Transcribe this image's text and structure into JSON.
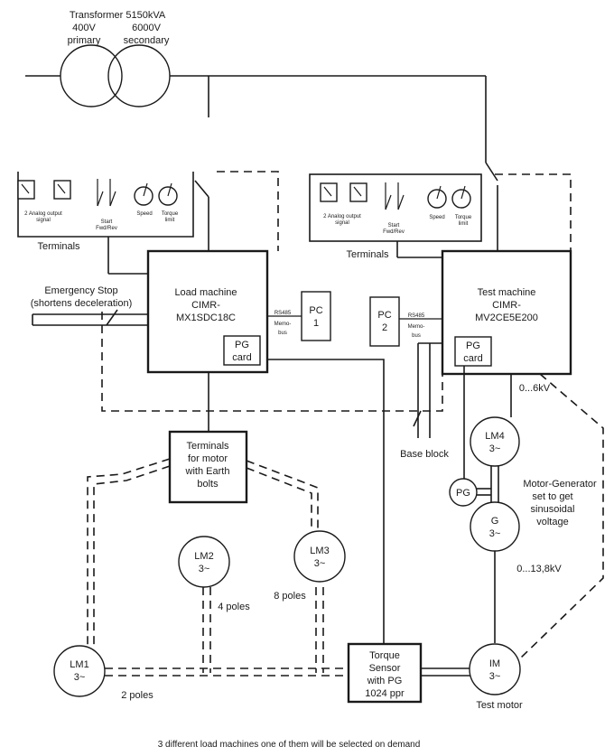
{
  "transformer": {
    "title": "Transformer 5150kVA",
    "primary": [
      "400V",
      "primary"
    ],
    "secondary": [
      "6000V",
      "secondary"
    ]
  },
  "panels": {
    "left": {
      "analog": [
        "2 Analog output",
        "signal"
      ],
      "start": [
        "Start",
        "Fwd/Rev"
      ],
      "speed": "Speed",
      "torque": [
        "Torque",
        "limit"
      ],
      "terminals": "Terminals"
    },
    "right": {
      "analog": [
        "2 Analog output",
        "signal"
      ],
      "start": [
        "Start",
        "Fwd/Rev"
      ],
      "speed": "Speed",
      "torque": [
        "Torque",
        "limit"
      ],
      "terminals": "Terminals"
    }
  },
  "emergency_stop": [
    "Emergency Stop",
    "(shortens deceleration)"
  ],
  "load_machine": {
    "lines": [
      "Load machine",
      "CIMR-",
      "MX1SDC18C"
    ],
    "pg_card": [
      "PG",
      "card"
    ]
  },
  "test_machine": {
    "lines": [
      "Test machine",
      "CIMR-",
      "MV2CE5E200"
    ],
    "pg_card": [
      "PG",
      "card"
    ]
  },
  "pc1": {
    "lines": [
      "PC",
      "1"
    ],
    "bus": [
      "RS485",
      "Memo-",
      "bus"
    ]
  },
  "pc2": {
    "lines": [
      "PC",
      "2"
    ],
    "bus": [
      "RS485",
      "Memo-",
      "bus"
    ]
  },
  "terminals_motor": [
    "Terminals",
    "for motor",
    "with Earth",
    "bolts"
  ],
  "base_block": "Base block",
  "voltage_06": "0...6kV",
  "voltage_0138": "0...13,8kV",
  "motor_generator_note": [
    "Motor-Generator",
    "set to get",
    "sinusoidal",
    "voltage"
  ],
  "machines": {
    "lm1": [
      "LM1",
      "3~"
    ],
    "lm2": [
      "LM2",
      "3~"
    ],
    "lm3": [
      "LM3",
      "3~"
    ],
    "lm4": [
      "LM4",
      "3~"
    ],
    "g": [
      "G",
      "3~"
    ],
    "im": [
      "IM",
      "3~"
    ],
    "pg": "PG"
  },
  "poles": {
    "lm1": "2 poles",
    "lm2": "4 poles",
    "lm3": "8 poles"
  },
  "torque_sensor": [
    "Torque",
    "Sensor",
    "with PG",
    "1024 ppr"
  ],
  "test_motor": "Test motor",
  "caption": "3 different load machines one of them will be selected on demand"
}
